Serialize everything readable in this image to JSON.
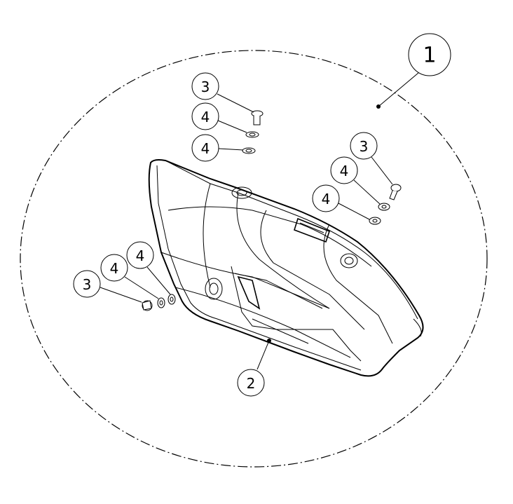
{
  "diagram": {
    "balloons": [
      {
        "id": "b1",
        "label": "1",
        "part": "assembly"
      },
      {
        "id": "b2",
        "label": "2",
        "part": "cover"
      },
      {
        "id": "b3a",
        "label": "3",
        "part": "screw"
      },
      {
        "id": "b4a",
        "label": "4",
        "part": "washer"
      },
      {
        "id": "b4b",
        "label": "4",
        "part": "washer"
      },
      {
        "id": "b3b",
        "label": "3",
        "part": "screw"
      },
      {
        "id": "b4c",
        "label": "4",
        "part": "washer"
      },
      {
        "id": "b4d",
        "label": "4",
        "part": "washer"
      },
      {
        "id": "b4e",
        "label": "4",
        "part": "washer"
      },
      {
        "id": "b4f",
        "label": "4",
        "part": "washer"
      },
      {
        "id": "b3c",
        "label": "3",
        "part": "screw"
      }
    ]
  }
}
